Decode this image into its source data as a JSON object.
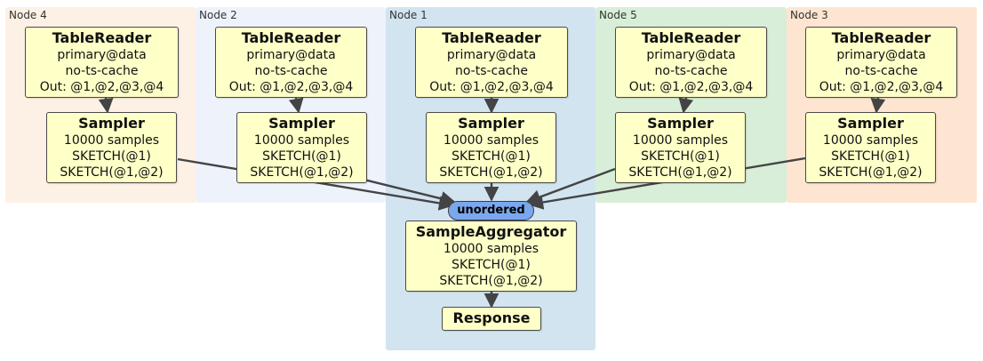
{
  "nodes": {
    "node4": {
      "title": "Node 4",
      "color": "#fdf0e5"
    },
    "node2": {
      "title": "Node 2",
      "color": "#eef3fb"
    },
    "node1": {
      "title": "Node 1",
      "color": "#d3e4f1"
    },
    "node5": {
      "title": "Node 5",
      "color": "#d8eed8"
    },
    "node3": {
      "title": "Node 3",
      "color": "#fde5d1"
    }
  },
  "table_reader": {
    "title": "TableReader",
    "lines": [
      "primary@data",
      "no-ts-cache",
      "Out: @1,@2,@3,@4"
    ]
  },
  "sampler": {
    "title": "Sampler",
    "lines": [
      "10000 samples",
      "SKETCH(@1)",
      "SKETCH(@1,@2)"
    ]
  },
  "merge_badge": "unordered",
  "aggregator": {
    "title": "SampleAggregator",
    "lines": [
      "10000 samples",
      "SKETCH(@1)",
      "SKETCH(@1,@2)"
    ]
  },
  "response": {
    "title": "Response"
  },
  "colors": {
    "box_fill": "#ffffc8",
    "badge_fill": "#7aa7ee",
    "edge": "#444444"
  }
}
